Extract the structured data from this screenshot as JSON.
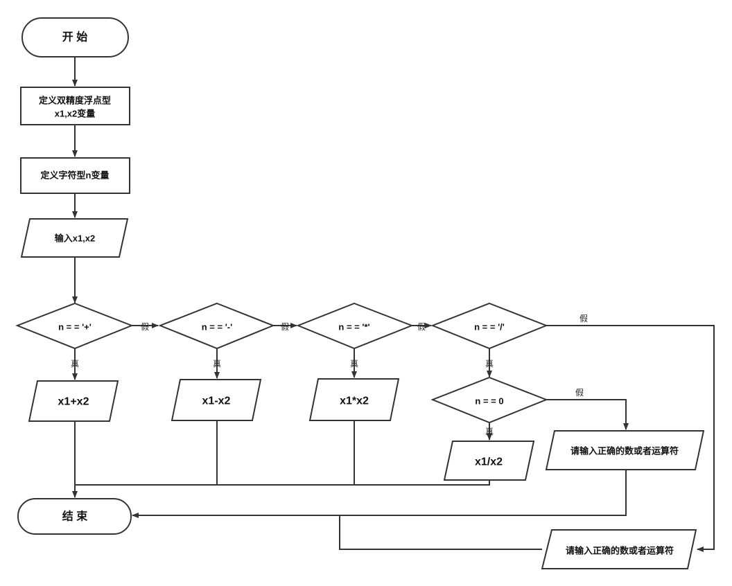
{
  "nodes": {
    "start": "开   始",
    "decl_double_l1": "定义双精度浮点型",
    "decl_double_l2": "x1,x2变量",
    "decl_char": "定义字符型n变量",
    "input": "输入x1,x2",
    "cond_plus": "n = = '+'",
    "cond_minus": "n = = '-'",
    "cond_mul": "n = = '*'",
    "cond_div": "n = = '/'",
    "cond_zero": "n = = 0",
    "op_add": "x1+x2",
    "op_sub": "x1-x2",
    "op_mul": "x1*x2",
    "op_div": "x1/x2",
    "error_inner": "请输入正确的数或者运算符",
    "error_outer": "请输入正确的数或者运算符",
    "end": "结   束"
  },
  "labels": {
    "yes": "真",
    "no": "假"
  },
  "colors": {
    "stroke": "#333333",
    "fill": "#ffffff",
    "text": "#111111"
  }
}
